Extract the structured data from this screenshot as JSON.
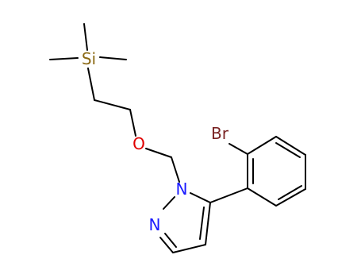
{
  "molecule": {
    "atoms": {
      "si": {
        "label": "Si",
        "color": "#8B6914"
      },
      "o": {
        "label": "O",
        "color": "#e00000"
      },
      "n1": {
        "label": "N",
        "color": "#1a1aff"
      },
      "n2": {
        "label": "N",
        "color": "#1a1aff"
      },
      "br": {
        "label": "Br",
        "color": "#7a2424"
      }
    },
    "colors": {
      "bond": "#000000",
      "background": "#ffffff"
    }
  }
}
